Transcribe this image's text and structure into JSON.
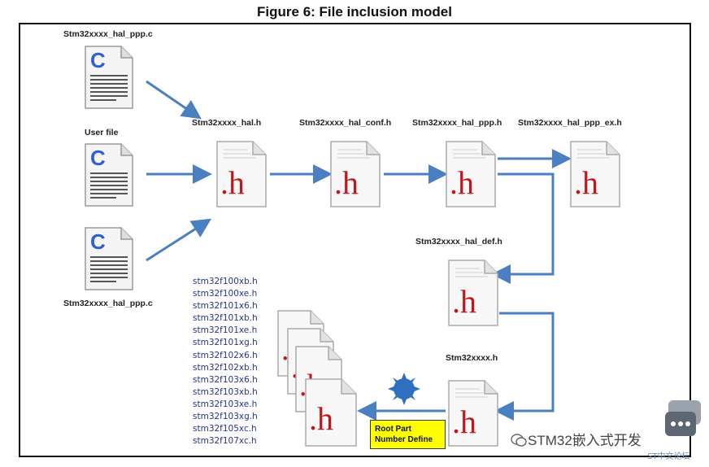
{
  "figure": {
    "title": "Figure 6: File inclusion model"
  },
  "labels": {
    "hal_ppp_c_top": "Stm32xxxx_hal_ppp.c",
    "user_file": "User file",
    "hal_ppp_c_bottom": "Stm32xxxx_hal_ppp.c",
    "hal_h": "Stm32xxxx_hal.h",
    "hal_conf_h": "Stm32xxxx_hal_conf.h",
    "hal_ppp_h": "Stm32xxxx_hal_ppp.h",
    "hal_ppp_ex_h": "Stm32xxxx_hal_ppp_ex.h",
    "hal_def_h": "Stm32xxxx_hal_def.h",
    "stm32xxxx_h": "Stm32xxxx.h"
  },
  "icons": {
    "c_glyph": "C",
    "h_glyph": ".h",
    "c_color": "#2f5fd0",
    "h_color": "#c0171b",
    "arrow_color": "#4a7fc1"
  },
  "part_headers": [
    "stm32f100xb.h",
    "stm32f100xe.h",
    "stm32f101x6.h",
    "stm32f101xb.h",
    "stm32f101xe.h",
    "stm32f101xg.h",
    "stm32f102x6.h",
    "stm32f102xb.h",
    "stm32f103x6.h",
    "stm32f103xb.h",
    "stm32f103xe.h",
    "stm32f103xg.h",
    "stm32f105xc.h",
    "stm32f107xc.h"
  ],
  "root_box": {
    "line1": "Root Part",
    "line2": "Number Define",
    "color": "#ffff00"
  },
  "watermark": {
    "text": "STM32嵌入式开发"
  },
  "forum": {
    "text": "ST中文论坛"
  }
}
